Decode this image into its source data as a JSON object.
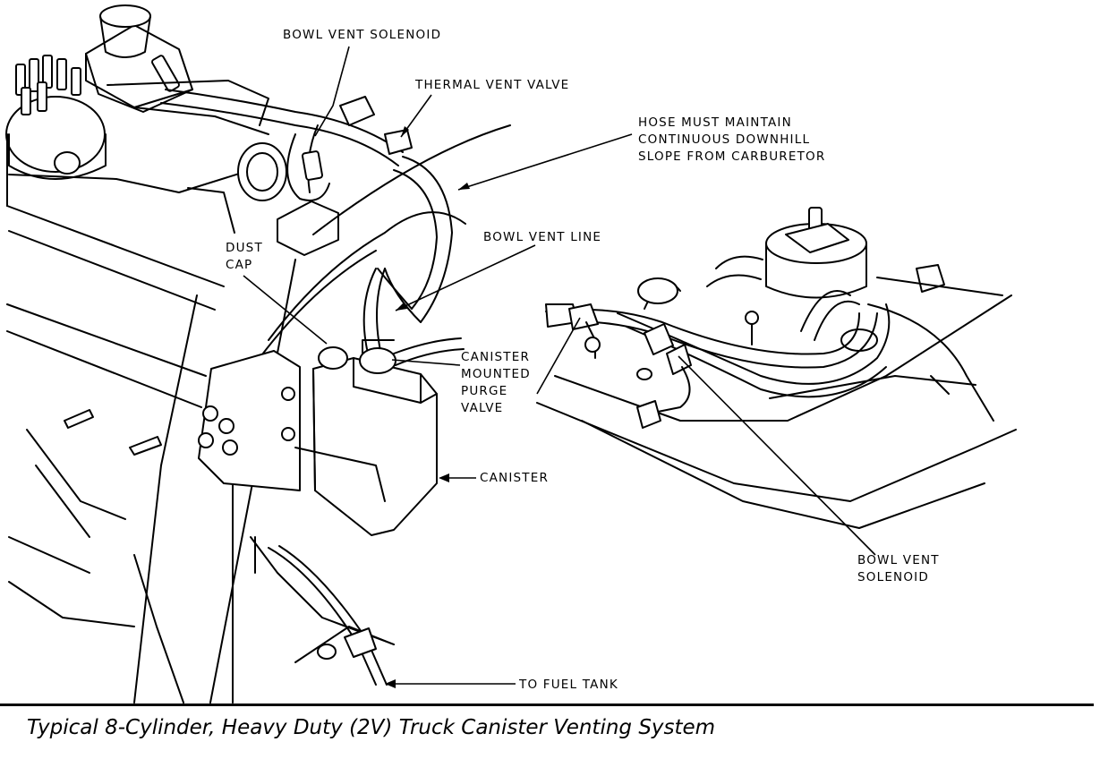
{
  "labels": {
    "bowl_vent_solenoid_top": "BOWL VENT SOLENOID",
    "thermal_vent_valve": "THERMAL VENT VALVE",
    "hose_note": "HOSE MUST MAINTAIN\nCONTINUOUS DOWNHILL\nSLOPE FROM CARBURETOR",
    "bowl_vent_line": "BOWL VENT LINE",
    "dust_cap": "DUST\nCAP",
    "purge_valve": "CANISTER\nMOUNTED\nPURGE\nVALVE",
    "canister": "CANISTER",
    "bowl_vent_solenoid_right": "BOWL VENT\nSOLENOID",
    "to_fuel_tank": "TO FUEL TANK"
  },
  "caption": "Typical 8-Cylinder, Heavy Duty (2V) Truck Canister Venting System"
}
